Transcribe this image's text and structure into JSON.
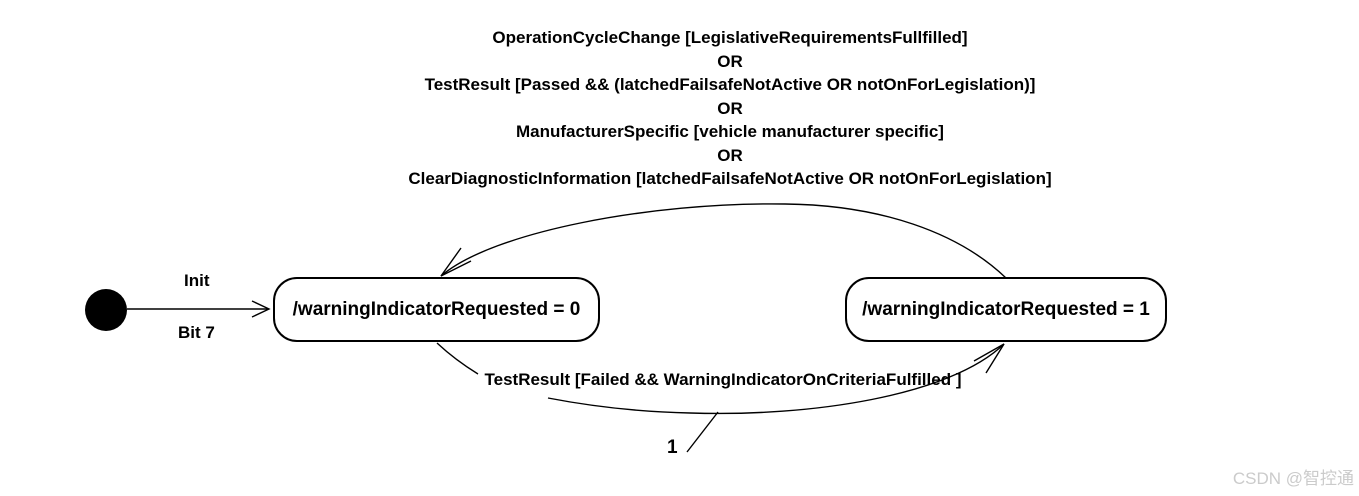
{
  "diagram": {
    "or_transition": {
      "lines": [
        "OperationCycleChange [LegislativeRequirementsFullfilled]",
        "OR",
        "TestResult [Passed && (latchedFailsafeNotActive OR notOnForLegislation)]",
        "OR",
        "ManufacturerSpecific [vehicle manufacturer specific]",
        "OR",
        "ClearDiagnosticInformation [latchedFailsafeNotActive OR notOnForLegislation]"
      ]
    },
    "initial": {
      "trigger": "Init",
      "guard": "Bit 7"
    },
    "states": {
      "off": {
        "label": "/warningIndicatorRequested = 0"
      },
      "on": {
        "label": "/warningIndicatorRequested = 1"
      }
    },
    "fail_transition": {
      "label": "TestResult [Failed && WarningIndicatorOnCriteriaFulfilled ]",
      "multiplicity": "1"
    },
    "watermark": "CSDN @智控通"
  },
  "colors": {
    "line": "#000000",
    "text": "#000000",
    "watermark": "#cbcbcb",
    "background": "#ffffff"
  }
}
